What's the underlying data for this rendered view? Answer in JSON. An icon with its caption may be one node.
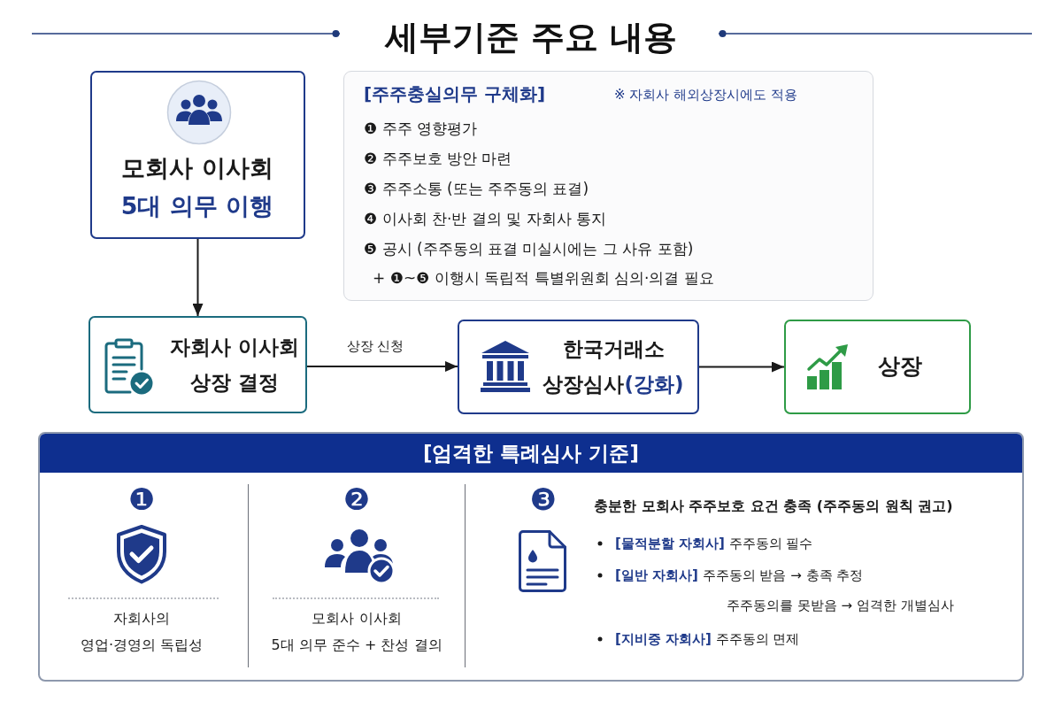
{
  "diagram": {
    "title": "세부기준 주요 내용",
    "nodes": [
      {
        "text": [
          "모회사 이사회",
          "5대 의무 이행"
        ]
      },
      {
        "text": [
          "[주주충실의무 구체화]",
          "※ 자회사 해외상장시에도 적용",
          "❶ 주주 영향평가",
          "❷ 주주보호 방안 마련",
          "❸ 주주소통 (또는 주주동의 표결)",
          "❹ 이사회 찬·반 결의 및 자회사 통지",
          "❺ 공시 (주주동의 표결 미실시에는 그 사유 포함)",
          "+ ❶~❺ 이행시 독립적 특별위원회 심의·의결 필요"
        ]
      },
      {
        "text": [
          "자회사 이사회 상장 결정"
        ]
      },
      {
        "text": [
          "한국거래소 상장심사**(강화)**"
        ]
      },
      {
        "text": [
          "상장"
        ]
      },
      {
        "text": [
          "[엄격한 특례심사 기준]"
        ]
      },
      {
        "text": [
          "❶",
          "자회사의 영업·경영의 독립성"
        ],
        "in": 5
      },
      {
        "text": [
          "❷",
          "모회사 이사회 5대 의무 준수 + 찬성 결의"
        ],
        "in": 5
      },
      {
        "text": [
          "❸",
          "충분한 모회사 주주보호 요건 충족 (주주동의 원칙 권고)",
          "**[물적분할 자회사]** 주주동의 필수",
          "**[일반 자회사]** 주주동의 받음 → 충족 추정",
          "주주동의를 못받음 → 엄격한 개별심사",
          "**[지비중 자회사]** 주주동의 면제"
        ],
        "in": 5
      }
    ],
    "edges": [
      {
        "from": 0,
        "to": 2,
        "arrow": "to"
      },
      {
        "from": 2,
        "to": 3,
        "arrow": "to",
        "label": "상장 신청"
      },
      {
        "from": 3,
        "to": 4,
        "arrow": "to"
      }
    ]
  }
}
